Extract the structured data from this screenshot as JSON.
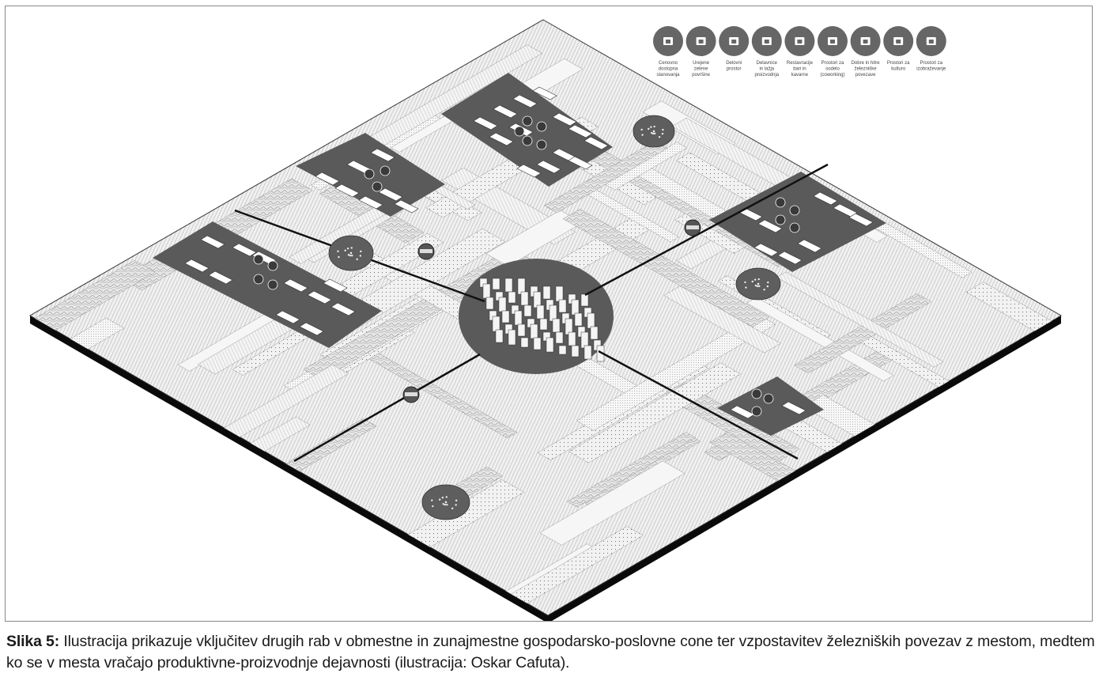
{
  "figure": {
    "legend": {
      "items": [
        {
          "icon": "house-icon",
          "label_lines": [
            "Cenovno",
            "dostopna",
            "stanovanja"
          ]
        },
        {
          "icon": "tree-icon",
          "label_lines": [
            "Urejene",
            "zelene",
            "površine"
          ]
        },
        {
          "icon": "desk-worker-icon",
          "label_lines": [
            "Delovni",
            "prostor"
          ]
        },
        {
          "icon": "wrench-icon",
          "label_lines": [
            "Delavnice",
            "in lažja",
            "proizvodnja"
          ]
        },
        {
          "icon": "cutlery-icon",
          "label_lines": [
            "Restavracije",
            "bari in",
            "kavarne"
          ]
        },
        {
          "icon": "coworking-icon",
          "label_lines": [
            "Prostori za",
            "sodelo",
            "(coworking)"
          ]
        },
        {
          "icon": "train-icon",
          "label_lines": [
            "Dobre in hitre",
            "železniške",
            "povezave"
          ]
        },
        {
          "icon": "culture-icon",
          "label_lines": [
            "Prostori za",
            "kulturo"
          ]
        },
        {
          "icon": "graduation-cap-icon",
          "label_lines": [
            "Prostori za",
            "izobraževanje"
          ]
        }
      ]
    }
  },
  "caption": {
    "label": "Slika 5:",
    "text": " Ilustracija prikazuje vključitev drugih rab v obmestne in zunajmestne gospodarsko-poslovne cone ter vzpostavitev železniških povezav z mestom, medtem ko se v mesta vračajo produktivne-proizvodnje dejavnosti (ilustracija: Oskar Cafuta)."
  },
  "colors": {
    "zone_fill": "#5a5a5a",
    "ground": "#eeeeee",
    "edge": "#0a0a0a",
    "icon_circle": "#666666"
  }
}
